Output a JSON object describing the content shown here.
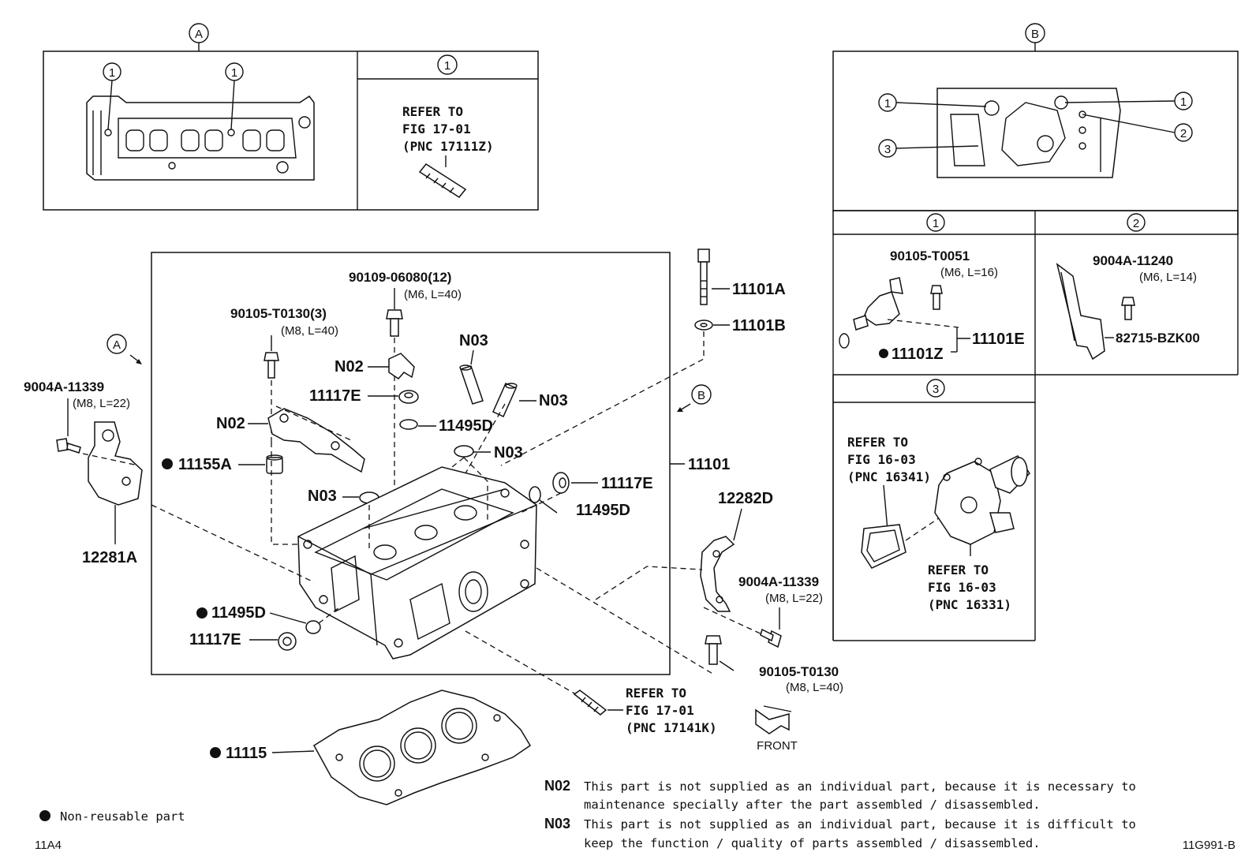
{
  "callouts": {
    "view_a": "A",
    "view_b": "B",
    "n1": "1",
    "n2": "2",
    "n3": "3"
  },
  "inset_a": {
    "refer_lines": [
      "REFER TO",
      "FIG 17-01",
      "(PNC 17111Z)"
    ]
  },
  "inset_b": {
    "sub1": {
      "bolt_part": "90105-T0051",
      "bolt_spec": "(M6, L=16)",
      "sensor_part": "11101Z",
      "group_part": "11101E"
    },
    "sub2": {
      "bolt_part": "9004A-11240",
      "bolt_spec": "(M6, L=14)",
      "bracket_part": "82715-BZK00"
    },
    "sub3": {
      "refer_left": [
        "REFER TO",
        "FIG 16-03",
        "(PNC 16341)"
      ],
      "refer_right": [
        "REFER TO",
        "FIG 16-03",
        "(PNC 16331)"
      ]
    }
  },
  "main": {
    "p_90109": "90109-06080(12)",
    "p_90109_spec": "(M6, L=40)",
    "p_90105_t0130_3": "90105-T0130(3)",
    "p_90105_t0130_3_spec": "(M8, L=40)",
    "p_9004a_left": "9004A-11339",
    "p_9004a_left_spec": "(M8, L=22)",
    "p_n02_top": "N02",
    "p_n02_left": "N02",
    "p_n03_top": "N03",
    "p_n03_right": "N03",
    "p_n03_mid": "N03",
    "p_n03_left": "N03",
    "p_11117e_top": "11117E",
    "p_11495d_top": "11495D",
    "p_11155a": "11155A",
    "p_11117e_right": "11117E",
    "p_11495d_right": "11495D",
    "p_11101": "11101",
    "p_11101a": "11101A",
    "p_11101b": "11101B",
    "p_12281a": "12281A",
    "p_12282d": "12282D",
    "p_9004a_right": "9004A-11339",
    "p_9004a_right_spec": "(M8, L=22)",
    "p_90105_t0130": "90105-T0130",
    "p_90105_t0130_spec": "(M8, L=40)",
    "p_11495d_bottom": "11495D",
    "p_11117e_bottom": "11117E",
    "p_11115": "11115",
    "refer_bottom": [
      "REFER TO",
      "FIG 17-01",
      "(PNC 17141K)"
    ],
    "front_label": "FRONT"
  },
  "legend": {
    "non_reusable": "Non-reusable part",
    "n02_code": "N02",
    "n02_text_1": "This part is not supplied as an individual part, because it is necessary to",
    "n02_text_2": "maintenance specially after the part assembled / disassembled.",
    "n03_code": "N03",
    "n03_text_1": "This part is not supplied as an individual part, because it is difficult to",
    "n03_text_2": "keep the function / quality of parts assembled / disassembled."
  },
  "footer": {
    "left_code": "11A4",
    "right_code": "11G991-B"
  }
}
